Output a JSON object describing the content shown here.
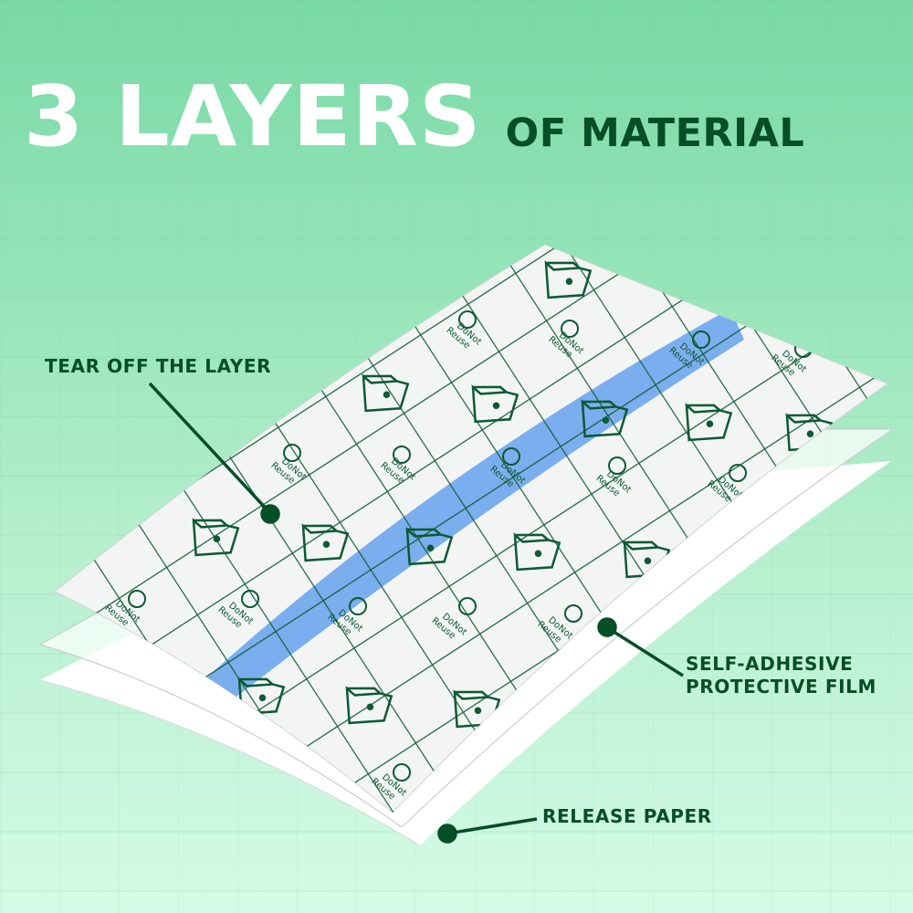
{
  "headline": {
    "big": "3 LAYERS",
    "small": "OF MATERIAL"
  },
  "callouts": {
    "tear_off": "TEAR OFF THE LAYER",
    "film_line1": "SELF-ADHESIVE",
    "film_line2": "PROTECTIVE FILM",
    "release": "RELEASE PAPER"
  },
  "sheet_print": {
    "warning_line1": "DoNot",
    "warning_line2": "Reuse",
    "icons": [
      "folder-tear-icon",
      "do-not-reuse-icon"
    ]
  },
  "colors": {
    "background_top": "#79d9a5",
    "background_bottom": "#d3fae6",
    "headline_white": "#ffffff",
    "dark_green": "#064e26",
    "grid_line": "#0b5a33",
    "blue_stripe": "#6aa4ee",
    "sheet": "#f4f6f5"
  }
}
